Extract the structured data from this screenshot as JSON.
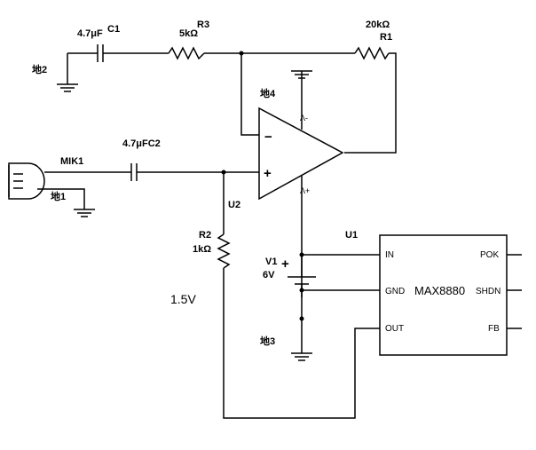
{
  "components": {
    "c1": {
      "ref": "C1",
      "value": "4.7μF"
    },
    "c2": {
      "ref": "C2",
      "label": "4.7μFC2"
    },
    "r1": {
      "ref": "R1",
      "value": "20kΩ"
    },
    "r2": {
      "ref": "R2",
      "value": "1kΩ"
    },
    "r3": {
      "ref": "R3",
      "value": "5kΩ"
    },
    "mic": {
      "ref": "MIK1"
    },
    "opamp": {
      "ref": "U2",
      "minus": "−",
      "plus": "+",
      "v_minus": "Λ-",
      "v_plus": "Λ+"
    },
    "battery": {
      "ref": "V1",
      "value": "6V",
      "plus": "+"
    },
    "ic": {
      "ref": "U1",
      "part": "MAX8880",
      "pins_left": [
        "IN",
        "GND",
        "OUT"
      ],
      "pins_right": [
        "POK",
        "SHDN",
        "FB"
      ]
    }
  },
  "grounds": [
    "地1",
    "地2",
    "地3",
    "地4"
  ],
  "annotation": "1.5V"
}
